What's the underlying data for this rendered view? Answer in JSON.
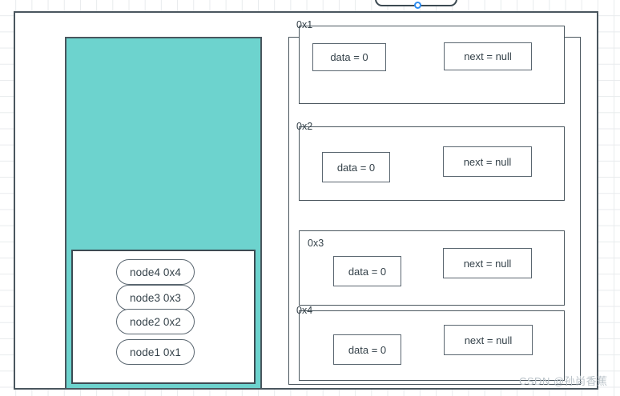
{
  "watermark": "CSDN @孙尚香蕉",
  "top_shape": {
    "selection_handle": "resize-handle"
  },
  "stack_panel": {
    "nodes": [
      {
        "label": "node4 0x4"
      },
      {
        "label": "node3 0x3"
      },
      {
        "label": "node2 0x2"
      },
      {
        "label": "node1 0x1"
      }
    ]
  },
  "memory_panel": {
    "blocks": [
      {
        "address": "0x1",
        "data": "data = 0",
        "next": "next = null"
      },
      {
        "address": "0x2",
        "data": "data = 0",
        "next": "next = null"
      },
      {
        "address": "0x3",
        "data": "data = 0",
        "next": "next = null"
      },
      {
        "address": "0x4",
        "data": "data = 0",
        "next": "next = null"
      }
    ]
  },
  "colors": {
    "teal_fill": "#6DD3CE",
    "stroke": "#4a565e",
    "handle_accent": "#2d8cf0",
    "watermark": "#b9c2c8"
  }
}
